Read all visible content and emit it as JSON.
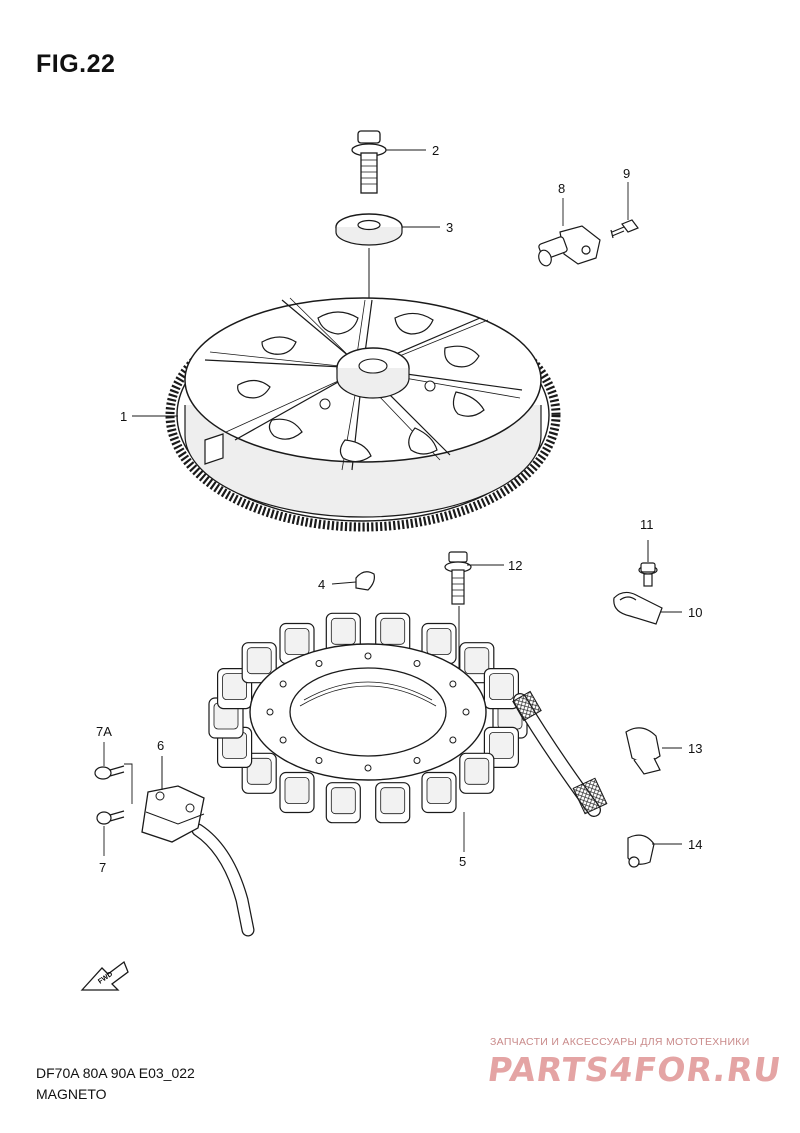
{
  "figure": {
    "title": "FIG.22",
    "code": "DF70A 80A 90A E03_022",
    "name": "MAGNETO",
    "fwd_label": "FWD"
  },
  "callouts": [
    "1",
    "2",
    "3",
    "4",
    "5",
    "6",
    "7",
    "7A",
    "8",
    "9",
    "10",
    "11",
    "12",
    "13",
    "14"
  ],
  "watermark": {
    "tagline": "ЗАПЧАСТИ И АКСЕССУАРЫ ДЛЯ МОТОТЕХНИКИ",
    "logo": "PARTS4FOR.RU"
  },
  "colors": {
    "line": "#1a1a1a",
    "shade": "#dddddd",
    "watermark": "#e4a4a4"
  }
}
